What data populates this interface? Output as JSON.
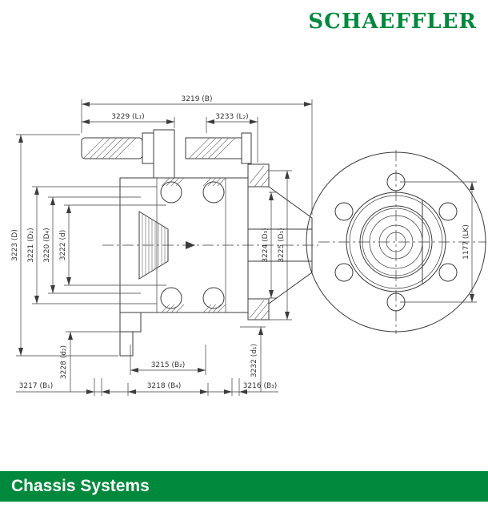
{
  "header": {
    "logo_text": "SCHAEFFLER"
  },
  "footer": {
    "title": "Chassis Systems"
  },
  "colors": {
    "brand_green": "#00893D",
    "drawing_line": "#3b3b3b"
  },
  "drawing": {
    "description": "wheel hub bearing unit, cross-section and front view",
    "dims": {
      "b": "3219 (B)",
      "l1": "3229 (L₁)",
      "l2": "3233 (L₂)",
      "D": "3223 (D)",
      "D2": "3221 (D₂)",
      "D4": "3220 (D₄)",
      "d": "3222 (d)",
      "D3": "3224 (D₃)",
      "D1": "3225 (D₁)",
      "d2": "3228 (d₂)",
      "d1": "3232 (d₁)",
      "B1": "3217 (B₁)",
      "B4": "3218 (B₄)",
      "B3": "3216 (B₃)",
      "B2": "3215 (B₂)",
      "lk": "1177 (LK)"
    }
  }
}
